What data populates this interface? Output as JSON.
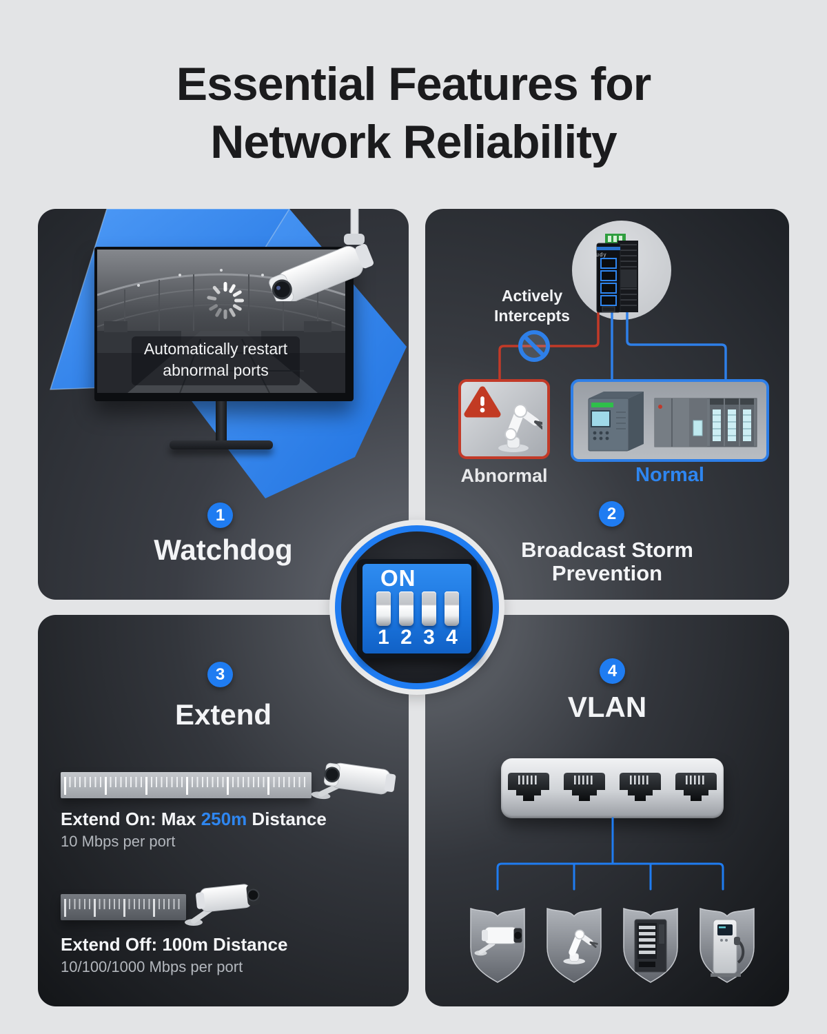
{
  "colors": {
    "page_bg": "#e3e4e6",
    "accent_blue": "#1f7cf1",
    "text_blue": "#2e86f0",
    "alert_red": "#c23a28"
  },
  "title": {
    "line1": "Essential Features for",
    "line2": "Network Reliability"
  },
  "dip_switch": {
    "on_label": "ON",
    "positions": [
      "1",
      "2",
      "3",
      "4"
    ]
  },
  "features": [
    {
      "number": "1",
      "label": "Watchdog",
      "screen_caption_line1": "Automatically restart",
      "screen_caption_line2": "abnormal ports"
    },
    {
      "number": "2",
      "label_line1": "Broadcast Storm",
      "label_line2": "Prevention",
      "callout_line1": "Actively",
      "callout_line2": "Intercepts",
      "switch_brand": "cudy",
      "abnormal_label": "Abnormal",
      "normal_label": "Normal"
    },
    {
      "number": "3",
      "label": "Extend",
      "row1_prefix": "Extend On: Max ",
      "row1_highlight": "250m",
      "row1_suffix": " Distance",
      "row1_sub": "10 Mbps per port",
      "row2_bold": "Extend Off: 100m Distance",
      "row2_sub": "10/100/1000 Mbps per port"
    },
    {
      "number": "4",
      "label": "VLAN"
    }
  ]
}
